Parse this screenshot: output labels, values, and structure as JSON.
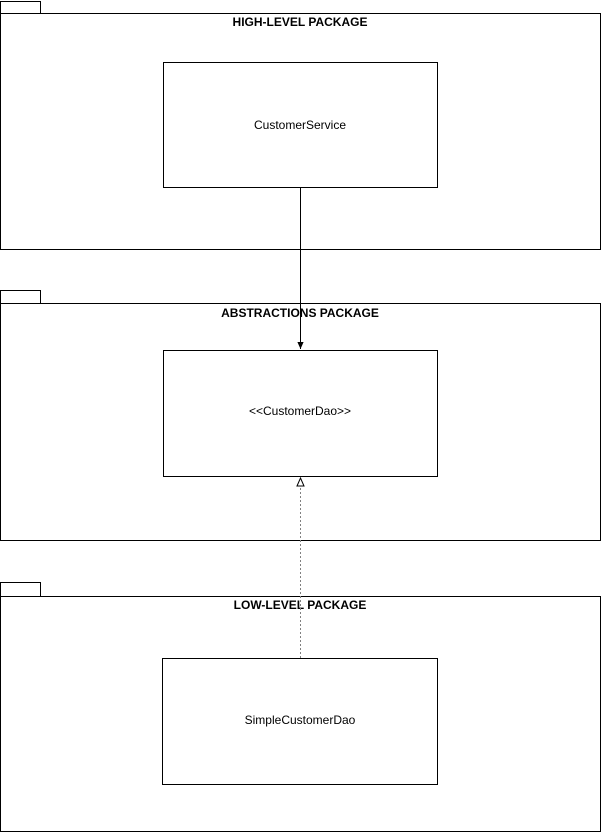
{
  "packages": [
    {
      "title": "HIGH-LEVEL PACKAGE",
      "class_name": "CustomerService"
    },
    {
      "title": "ABSTRACTIONS PACKAGE",
      "class_name": "<<CustomerDao>>"
    },
    {
      "title": "LOW-LEVEL PACKAGE",
      "class_name": "SimpleCustomerDao"
    }
  ],
  "colors": {
    "line": "#000000",
    "background": "#ffffff",
    "dashed_line": "#808080"
  }
}
